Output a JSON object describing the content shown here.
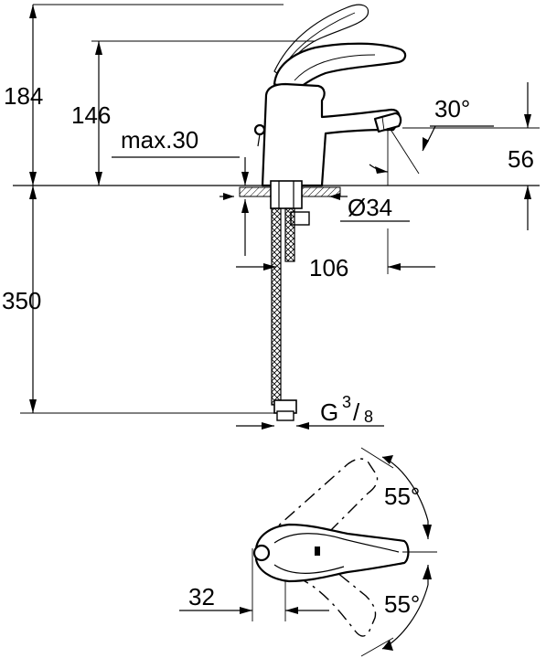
{
  "drawing": {
    "side_view": {
      "dim_total_height": "184",
      "dim_spout_height": "146",
      "dim_max_counter": "max.30",
      "dim_angle": "30°",
      "dim_spout_clearance": "56",
      "dim_hole_diameter": "Ø34",
      "dim_projection": "106",
      "dim_hose_length": "350",
      "dim_thread_main": "G",
      "dim_thread_num": "3",
      "dim_thread_den": "8"
    },
    "top_view": {
      "dim_angle_upper": "55°",
      "dim_angle_lower": "55°",
      "dim_offset": "32"
    }
  }
}
